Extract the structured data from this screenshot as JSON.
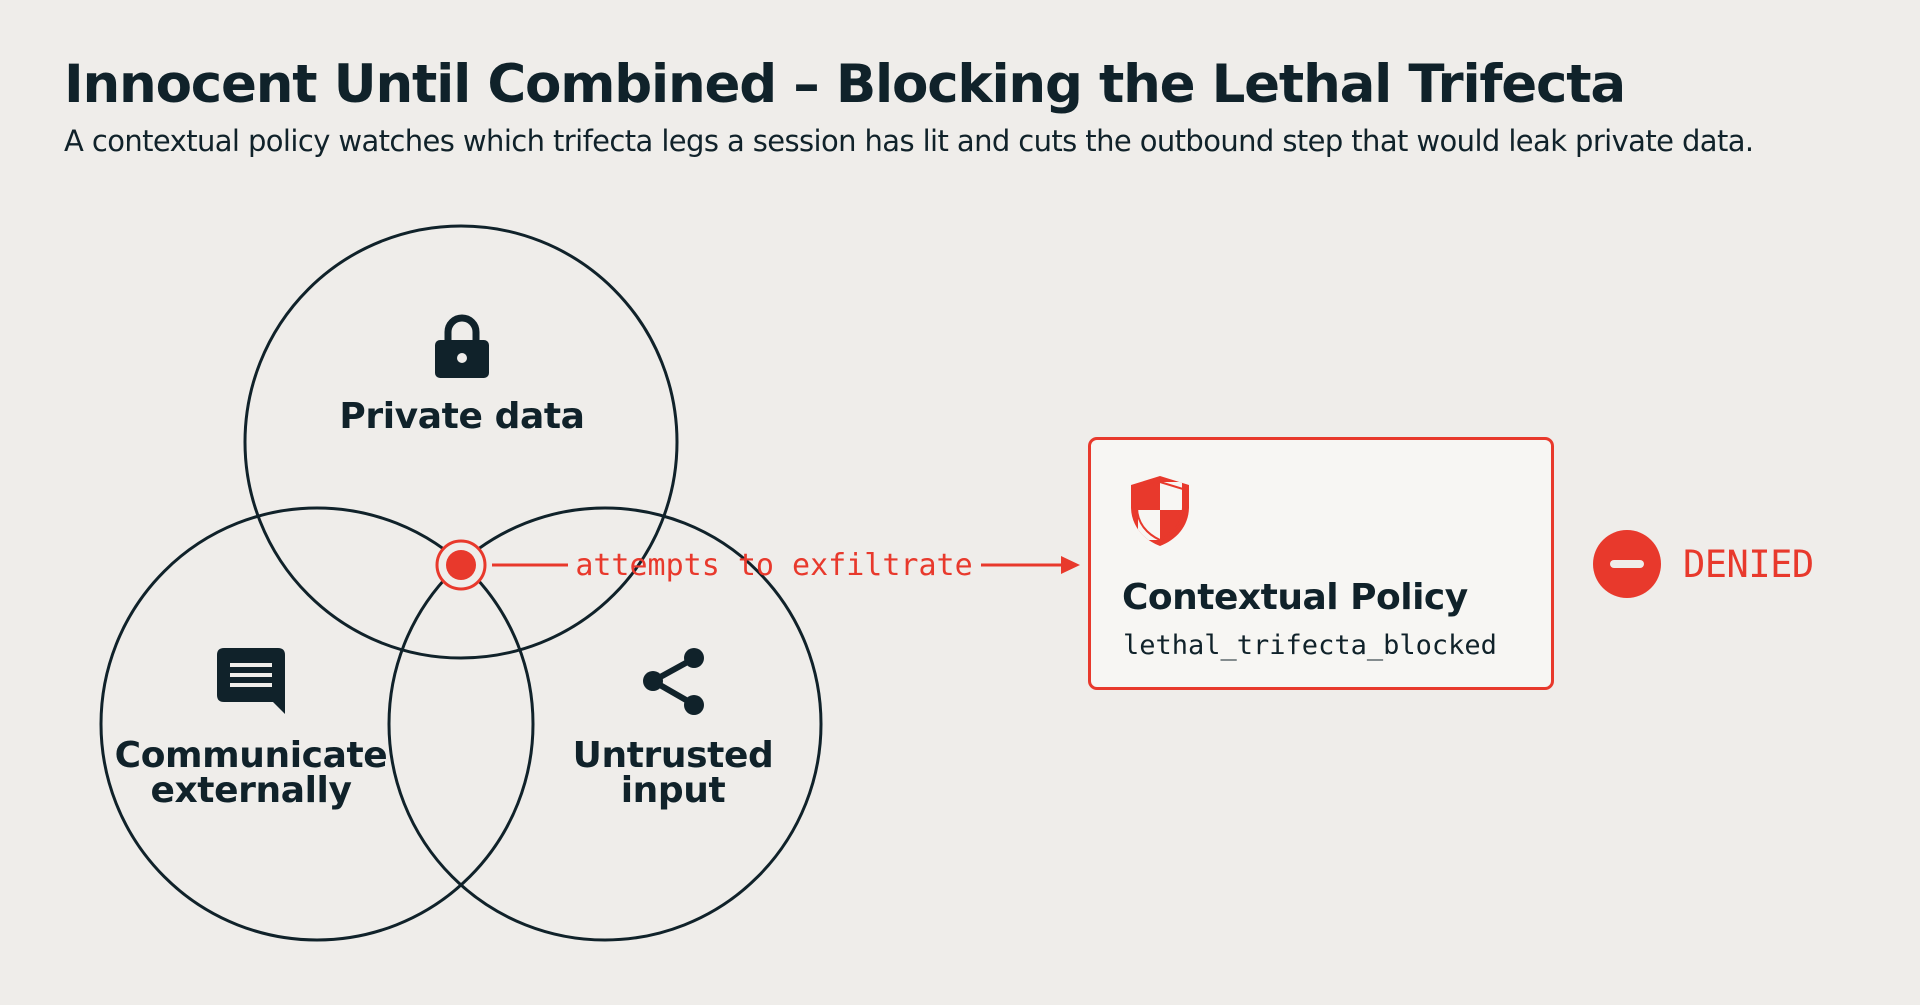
{
  "header": {
    "title": "Innocent Until Combined – Blocking the Lethal Trifecta",
    "subtitle": "A contextual policy watches which trifecta legs a session has lit and cuts the outbound step that would leak private data."
  },
  "venn": {
    "circles": [
      {
        "label_lines": [
          "Private data"
        ],
        "icon": "lock-icon"
      },
      {
        "label_lines": [
          "Communicate",
          "externally"
        ],
        "icon": "chat-message-icon"
      },
      {
        "label_lines": [
          "Untrusted",
          "input"
        ],
        "icon": "share-icon"
      }
    ],
    "intersection_marker": "target-dot"
  },
  "arrow": {
    "label": "attempts to exfiltrate"
  },
  "policy": {
    "icon": "shield-icon",
    "title": "Contextual Policy",
    "code": "lethal_trifecta_blocked"
  },
  "result": {
    "icon": "minus-circle-icon",
    "label": "DENIED"
  },
  "colors": {
    "background": "#efedea",
    "ink": "#10222a",
    "accent": "#e8392c",
    "card": "#f7f6f3"
  }
}
